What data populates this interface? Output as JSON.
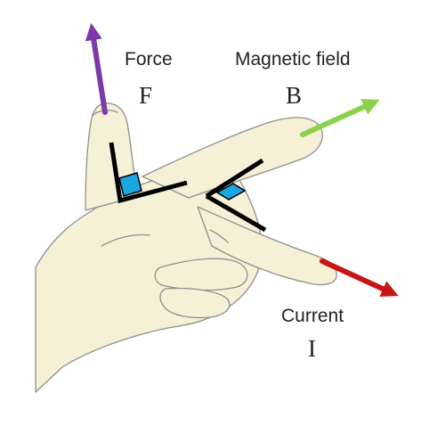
{
  "vectors": {
    "force": {
      "word": "Force",
      "symbol": "F",
      "color": "#7b3aa8"
    },
    "field": {
      "word": "Magnetic field",
      "symbol": "B",
      "color": "#8bd14e"
    },
    "current": {
      "word": "Current",
      "symbol": "I",
      "color": "#c81414"
    }
  },
  "colors": {
    "skin": "#f6f0d6",
    "outline": "#8f8f8f",
    "right_angle_marker": "#1aa7df",
    "axis_lines": "#000000"
  }
}
